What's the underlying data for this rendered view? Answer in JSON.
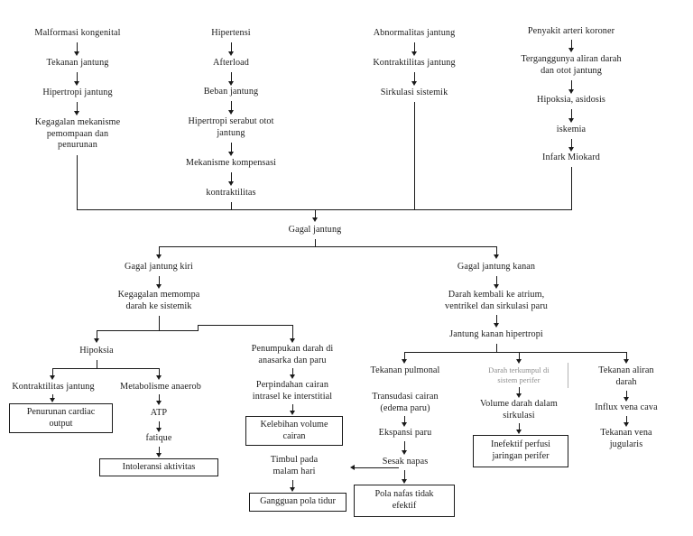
{
  "diagram": {
    "title": "Pathway Gagal Jantung",
    "language": "id",
    "text_color": "#1a1a1a",
    "muted_color": "#8d8d8d",
    "background": "#ffffff"
  },
  "columns": {
    "col1": {
      "n1": "Malformasi kongenital",
      "n2": "Tekanan jantung",
      "n3": "Hipertropi jantung",
      "n4": "Kegagalan mekanisme\npemompaan dan\npenurunan"
    },
    "col2": {
      "n1": "Hipertensi",
      "n2": "Afterload",
      "n3": "Beban jantung",
      "n4": "Hipertropi serabut otot\njantung",
      "n5": "Mekanisme kompensasi",
      "n6": "kontraktilitas"
    },
    "col3": {
      "n1": "Abnormalitas jantung",
      "n2": "Kontraktilitas jantung",
      "n3": "Sirkulasi sistemik"
    },
    "col4": {
      "n1": "Penyakit arteri koroner",
      "n2": "Terganggunya aliran darah\ndan otot jantung",
      "n3": "Hipoksia, asidosis",
      "n4": "iskemia",
      "n5": "Infark Miokard"
    }
  },
  "center": {
    "gagal_jantung": "Gagal jantung"
  },
  "left_branch": {
    "b1": "Gagal jantung kiri",
    "b2": "Kegagalan memompa\ndarah ke sistemik",
    "hipoksia": "Hipoksia",
    "kontraktilitas_jantung": "Kontraktilitas jantung",
    "penurunan_cardiac_output": "Penurunan cardiac\noutput",
    "metabolisme_anaerob": "Metabolisme anaerob",
    "atp": "ATP",
    "fatique": "fatique",
    "intoleransi_aktivitas": "Intoleransi aktivitas",
    "penumpukan_darah": "Penumpukan darah di\nanasarka dan paru",
    "perpindahan_cairan": "Perpindahan cairan\nintrasel ke interstitial",
    "kelebihan_volume_cairan": "Kelebihan volume\ncairan",
    "timbul_pada_malam_hari": "Timbul pada\nmalam hari",
    "gangguan_pola_tidur": "Gangguan pola tidur"
  },
  "right_branch": {
    "b1": "Gagal jantung kanan",
    "b2": "Darah kembali ke atrium,\nventrikel dan sirkulasi paru",
    "b3": "Jantung kanan hipertropi",
    "tekanan_pulmonal": "Tekanan pulmonal",
    "transudasi_cairan": "Transudasi cairan\n(edema paru)",
    "ekspansi_paru": "Ekspansi paru",
    "sesak_napas": "Sesak napas",
    "pola_nafas_tidak_efektif": "Pola nafas tidak\nefektif",
    "darah_terkumpul": "Darah terkumpul di\nsistem perifer",
    "volume_darah": "Volume darah dalam\nsirkulasi",
    "inefektif_perfusi": "Inefektif perfusi\njaringan perifer",
    "tekanan_aliran_darah": "Tekanan aliran\ndarah",
    "influx_vena_cava": "Influx vena cava",
    "tekanan_vena_jugularis": "Tekanan vena\njugularis"
  }
}
